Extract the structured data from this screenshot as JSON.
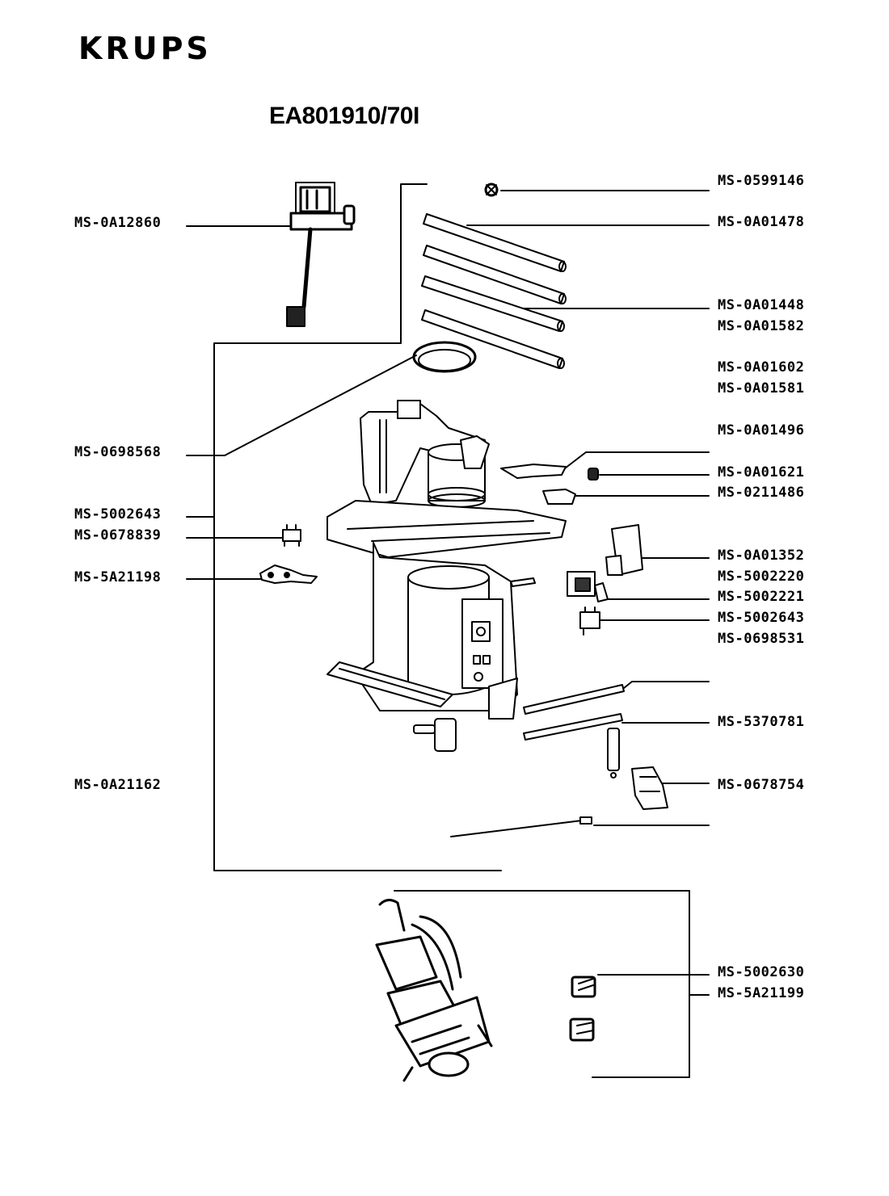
{
  "header": {
    "brand": "KRUPS",
    "model": "EA801910/70I"
  },
  "labels_left": [
    {
      "id": "left-0",
      "text": "MS-0A12860"
    },
    {
      "id": "left-1",
      "text": "MS-0698568"
    },
    {
      "id": "left-2",
      "text": "MS-5002643"
    },
    {
      "id": "left-3",
      "text": "MS-0678839"
    },
    {
      "id": "left-4",
      "text": "MS-5A21198"
    },
    {
      "id": "left-5",
      "text": "MS-0A21162"
    }
  ],
  "labels_right": [
    {
      "id": "right-0",
      "text": "MS-0599146"
    },
    {
      "id": "right-1",
      "text": "MS-0A01478"
    },
    {
      "id": "right-2",
      "text": "MS-0A01448"
    },
    {
      "id": "right-3",
      "text": "MS-0A01582"
    },
    {
      "id": "right-4",
      "text": "MS-0A01602"
    },
    {
      "id": "right-5",
      "text": "MS-0A01581"
    },
    {
      "id": "right-6",
      "text": "MS-0A01496"
    },
    {
      "id": "right-7",
      "text": "MS-0A01621"
    },
    {
      "id": "right-8",
      "text": "MS-0211486"
    },
    {
      "id": "right-9",
      "text": "MS-0A01352"
    },
    {
      "id": "right-10",
      "text": "MS-5002220"
    },
    {
      "id": "right-11",
      "text": "MS-5002221"
    },
    {
      "id": "right-12",
      "text": "MS-5002643"
    },
    {
      "id": "right-13",
      "text": "MS-0698531"
    },
    {
      "id": "right-14",
      "text": "MS-5370781"
    },
    {
      "id": "right-15",
      "text": "MS-0678754"
    }
  ],
  "labels_bottom": [
    {
      "id": "bottom-0",
      "text": "MS-5002630"
    },
    {
      "id": "bottom-1",
      "text": "MS-5A21199"
    }
  ]
}
